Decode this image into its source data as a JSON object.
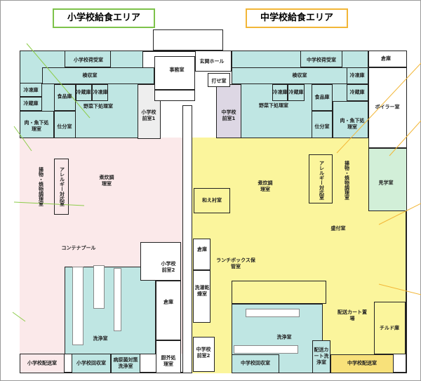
{
  "titles": {
    "elementary": "小学校給食エリア",
    "junior": "中学校給食エリア"
  },
  "colors": {
    "elementary_title": "#7dc24a",
    "junior_title": "#f2b637",
    "cyan": "#bfe6e3",
    "pink": "#fbe9ea",
    "yellow": "#fbf59c",
    "green": "#d2efd8"
  },
  "rooms": {
    "e_receive": "小学校荷受室",
    "e_inspect": "検収室",
    "e_freezer1": "冷凍庫",
    "e_fridge1": "冷蔵庫",
    "e_food": "食品庫",
    "e_fridge2": "冷蔵庫",
    "e_freezer2": "冷凍庫",
    "e_veg": "野菜下処理室",
    "e_front1": "小学校前室1",
    "e_meat": "肉・魚下処理室",
    "e_sort": "仕分室",
    "e_fry": "揚物・焼物調理室",
    "e_allergy": "アレルギー対応室",
    "e_cook": "煮炊調理室",
    "e_container": "コンテナプール",
    "e_wash": "洗浄室",
    "e_front2": "小学校前室2",
    "e_store": "倉庫",
    "e_waste": "厨芥処理室",
    "e_delivery": "小学校配送室",
    "e_collect": "小学校回収室",
    "e_pathogen": "病原菌対策洗浄室",
    "office": "事務室",
    "entrance": "玄関ホール",
    "meeting": "打せ室",
    "j_receive": "中学校荷受室",
    "j_inspect": "検収室",
    "j_freezer1": "冷凍庫",
    "j_fridge1": "冷蔵庫",
    "j_food": "食品庫",
    "j_freezer2": "冷凍庫",
    "j_fridge2": "冷蔵庫",
    "j_veg": "野菜下処理室",
    "j_front1": "中学校前室1",
    "j_sort": "仕分室",
    "j_meat": "肉・魚下処理室",
    "j_store_top": "倉庫",
    "boiler": "ボイラー室",
    "j_allergy": "アレルギー対応室",
    "j_fry": "揚物・焼物調理室",
    "j_cook": "煮炊調理室",
    "j_dress": "和え衬室",
    "tour": "見学室",
    "j_serve": "盛付室",
    "j_store": "倉庫",
    "laundry": "洗濯乾燥室",
    "lunchbox": "ランチボックス保管室",
    "cart": "配送カート置場",
    "chilled": "チルド庫",
    "j_wash": "洗浄室",
    "j_front2": "中学校前室2",
    "j_collect": "中学校回収室",
    "cart_wash": "配送カート洗浄室",
    "j_delivery": "中学校配送室"
  }
}
